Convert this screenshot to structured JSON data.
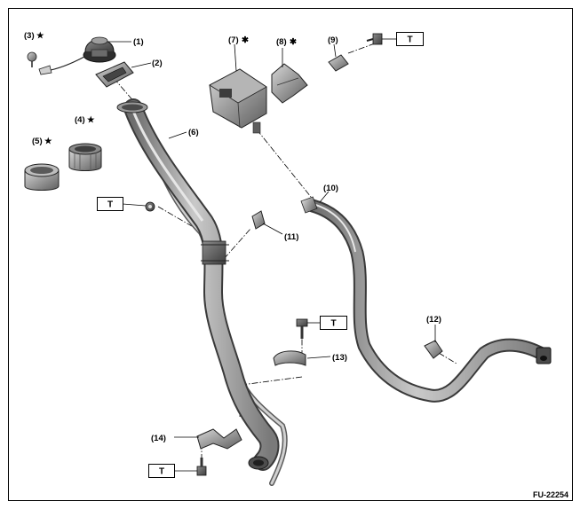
{
  "diagram": {
    "figure_code": "FU-22254",
    "torque_marker": "T",
    "callouts": [
      {
        "id": "1",
        "text": "(1)"
      },
      {
        "id": "2",
        "text": "(2)"
      },
      {
        "id": "3",
        "text": "(3)",
        "mark": "★"
      },
      {
        "id": "4",
        "text": "(4)",
        "mark": "★"
      },
      {
        "id": "5",
        "text": "(5)",
        "mark": "★"
      },
      {
        "id": "6",
        "text": "(6)"
      },
      {
        "id": "7",
        "text": "(7)",
        "mark": "✱"
      },
      {
        "id": "8",
        "text": "(8)",
        "mark": "✱"
      },
      {
        "id": "9",
        "text": "(9)"
      },
      {
        "id": "10",
        "text": "(10)"
      },
      {
        "id": "11",
        "text": "(11)"
      },
      {
        "id": "12",
        "text": "(12)"
      },
      {
        "id": "13",
        "text": "(13)"
      },
      {
        "id": "14",
        "text": "(14)"
      }
    ]
  }
}
